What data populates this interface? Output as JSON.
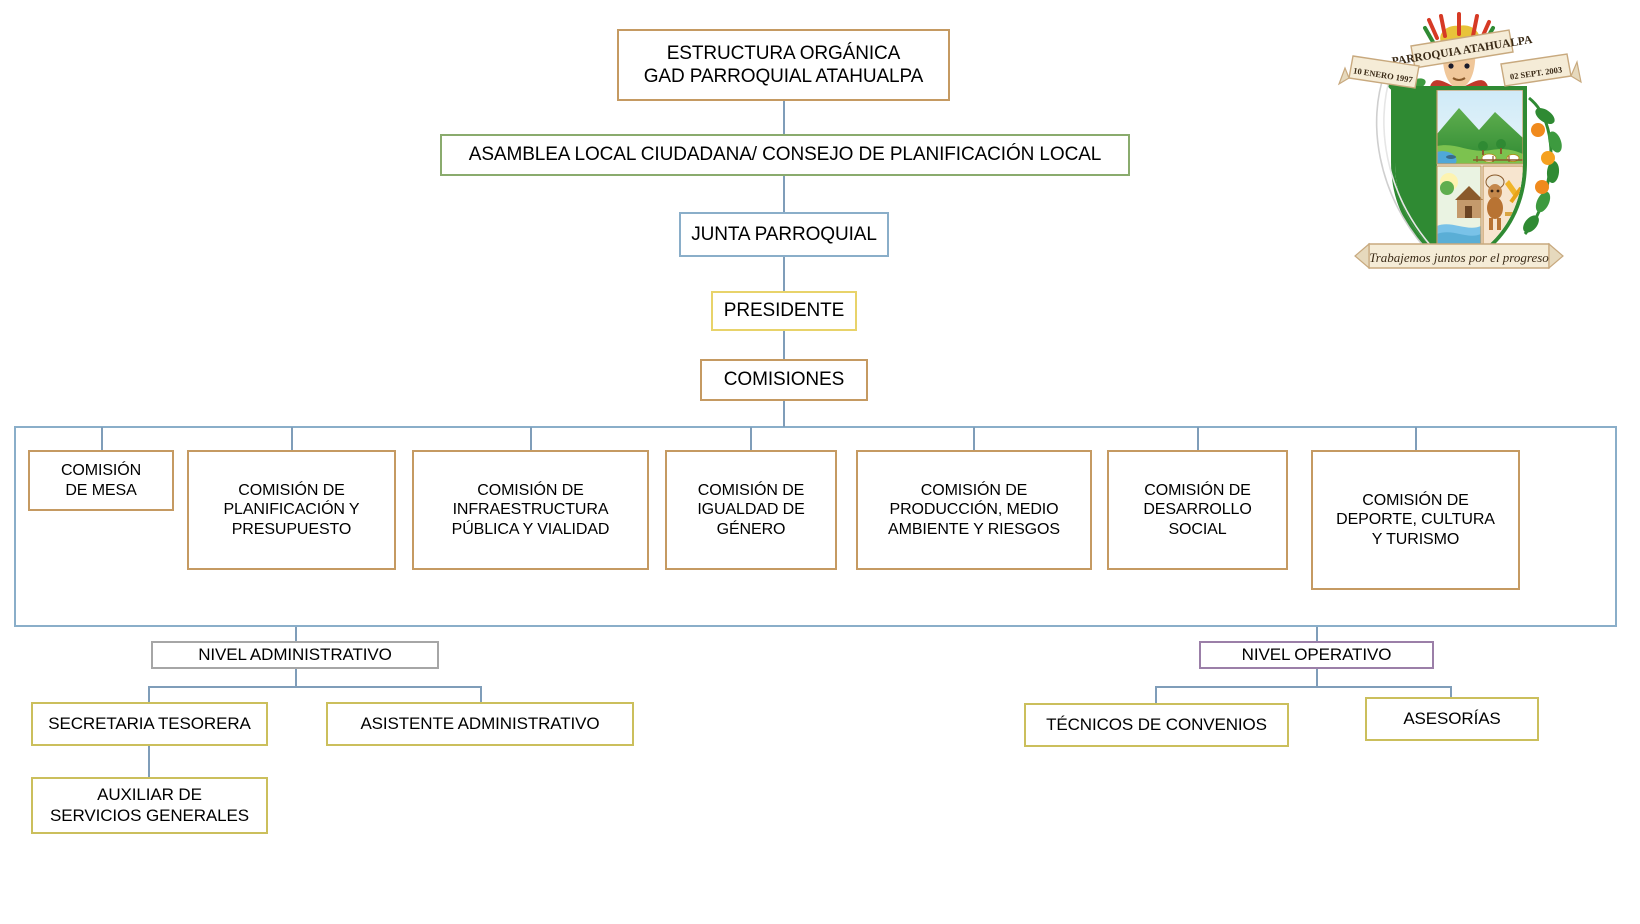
{
  "diagram": {
    "title": "ESTRUCTURA ORGÁNICA\nGAD PARROQUIAL ATAHUALPA",
    "nodes": {
      "root": "ESTRUCTURA ORGÁNICA\nGAD PARROQUIAL ATAHUALPA",
      "asamblea": "ASAMBLEA LOCAL CIUDADANA/ CONSEJO DE PLANIFICACIÓN LOCAL",
      "junta": "JUNTA PARROQUIAL",
      "presidente": "PRESIDENTE",
      "comisiones": "COMISIONES",
      "nivel_administrativo": "NIVEL ADMINISTRATIVO",
      "nivel_operativo": "NIVEL OPERATIVO",
      "secretaria_tesorera": "SECRETARIA TESORERA",
      "asistente_administrativo": "ASISTENTE ADMINISTRATIVO",
      "auxiliar_servicios": "AUXILIAR DE\nSERVICIOS GENERALES",
      "tecnicos_convenios": "TÉCNICOS DE CONVENIOS",
      "asesorias": "ASESORÍAS"
    },
    "commissions": [
      "COMISIÓN\nDE MESA",
      "COMISIÓN DE\nPLANIFICACIÓN Y\nPRESUPUESTO",
      "COMISIÓN DE\nINFRAESTRUCTURA\nPÚBLICA Y VIALIDAD",
      "COMISIÓN DE\nIGUALDAD DE\nGÉNERO",
      "COMISIÓN DE\nPRODUCCIÓN, MEDIO\nAMBIENTE Y RIESGOS",
      "COMISIÓN DE\nDESARROLLO\nSOCIAL",
      "COMISIÓN DE\nDEPORTE, CULTURA\nY TURISMO"
    ],
    "emblem": {
      "top_banner": "PARROQUIA ATAHUALPA",
      "left_banner": "10 ENERO 1997",
      "right_banner": "02 SEPT. 2003",
      "bottom_motto": "Trabajemos juntos por el progreso"
    },
    "colors": {
      "tan": "#c59a62",
      "green": "#8aab6d",
      "blue": "#8aaec9",
      "yellow": "#e8d36a",
      "gray": "#a6a6a6",
      "purple": "#9b7fa8",
      "olive": "#cbbf5c",
      "connector": "#7f9db9",
      "emblem_green": "#2f8a33",
      "emblem_cream": "#f5ecd7"
    }
  }
}
